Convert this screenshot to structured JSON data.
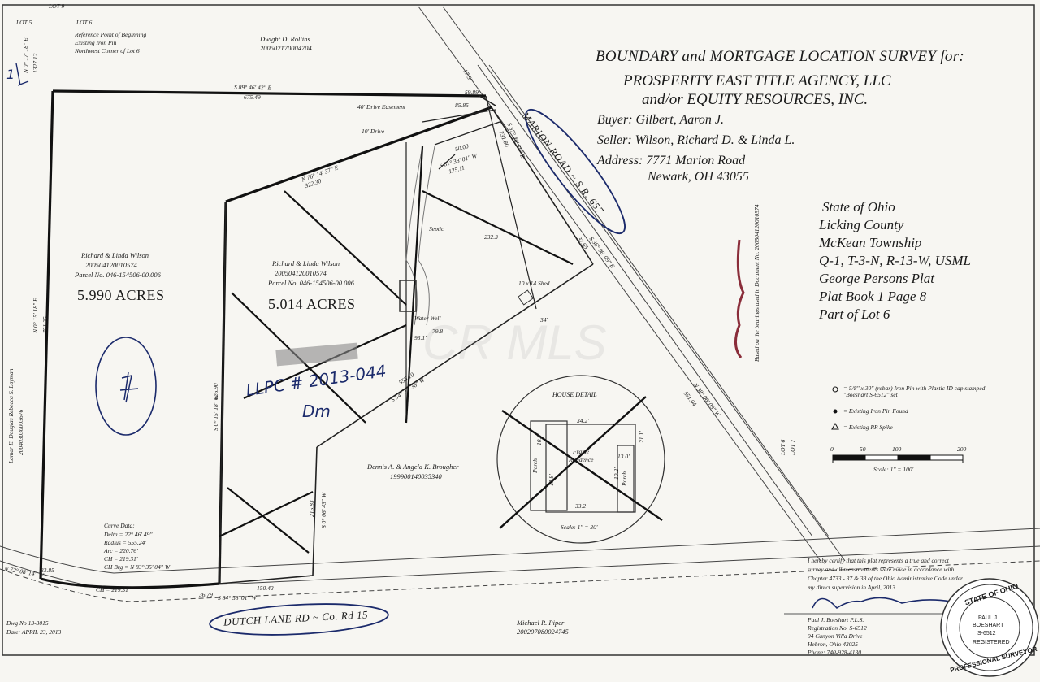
{
  "header": {
    "title_line1": "BOUNDARY and MORTGAGE LOCATION SURVEY for:",
    "title_line2": "PROSPERITY EAST TITLE AGENCY, LLC",
    "title_line3": "and/or  EQUITY RESOURCES, INC.",
    "buyer": "Buyer:  Gilbert, Aaron J.",
    "seller": "Seller:  Wilson, Richard D. & Linda L.",
    "address_line1": "Address: 7771 Marion Road",
    "address_line2": "Newark, OH 43055"
  },
  "location": {
    "state": "State of Ohio",
    "county": "Licking County",
    "township": "McKean Township",
    "quarter": "Q-1,  T-3-N,  R-13-W,  USML",
    "plat": "George Persons Plat",
    "plat_book": "Plat Book 1  Page 8",
    "part": "Part of Lot 6"
  },
  "bearing_note": "Based on the bearings used in Document No. 200504120010574",
  "parcels": {
    "west_owner": "Richard & Linda Wilson",
    "west_doc": "200504120010574",
    "west_parcel": "Parcel No. 046-154506-00.006",
    "west_acres": "5.990  ACRES",
    "east_owner": "Richard & Linda Wilson",
    "east_doc": "200504120010574",
    "east_parcel": "Parcel No. 046-154506-00.006",
    "east_acres": "5.014  ACRES",
    "north_owner": "Dwight D. Rollins",
    "north_doc": "200502170004704",
    "west_adj_owner": "Lamar E. Douglas  Rebecca S. Layman",
    "west_adj_doc": "200403030003676",
    "south_owner": "Dennis A. & Angela K. Brougher",
    "south_doc": "199900140035340",
    "south2_owner": "Michael R. Piper",
    "south2_doc": "200207080024745"
  },
  "lots": {
    "lot9": "LOT 9",
    "lot5": "LOT 5",
    "lot6": "LOT 6",
    "lot6b": "LOT 6",
    "lot7": "LOT 7"
  },
  "pob": {
    "line1": "Reference Point of Beginning",
    "line2": "Existing Iron Pin",
    "line3": "Northwest Corner of Lot 6"
  },
  "dims": {
    "north_bearing": "S 89° 46' 42\" E",
    "north_len": "675.49",
    "west_bearing": "N 0° 15' 18\" E",
    "west_len": "751.35",
    "west_top": "N 0° 17' 18\" E",
    "west_top_len": "1327.12",
    "interior_bearing": "N 76° 14' 37\" E",
    "interior_len": "322.30",
    "mid_bearing": "S 0° 15' 18\" W",
    "mid_len": "626.90",
    "se_bearing": "S 54° 22' 36\" W",
    "se_len": "555.10",
    "s_bearing": "S 0° 06' 43\" W",
    "s_len": "215.83",
    "south_bearing": "S 84° 58' 01\" W",
    "south_len": "150.42",
    "south_short": "36.79",
    "road_bearing": "N 38° 06' 09\" W",
    "road_len": "551.04",
    "road_short": "37.65",
    "road_seg": "S 38° 06' 09\" E",
    "top_a": "59.89",
    "top_b": "85.85",
    "drive_a": "S 37° 46' 58\" E",
    "drive_b": "231.80",
    "s81": "S 81° 38' 01\" W",
    "s81_len": "125.11",
    "d50": "50.00",
    "d232": "232.3",
    "d34": "34'",
    "d93": "93.1'",
    "d79": "79.8'",
    "nw72": "N 72° 08' 14\" W",
    "d3385": "33.85",
    "ch_lbl": "CH = 219.31'",
    "lane_top": "17.5'",
    "easement": "40' Drive Easement",
    "drive10": "10' Drive",
    "septic": "Septic",
    "well": "Water Well",
    "shed": "10 x 14 Shed"
  },
  "curve": {
    "title": "Curve Data:",
    "delta": "Delta = 22° 46' 49\"",
    "radius": "Radius = 555.24'",
    "arc": "Arc = 220.76'",
    "ch": "CH = 219.31'",
    "chbrg": "CH Brg = N 83° 35' 04\" W"
  },
  "roads": {
    "marion": "MARION  ROAD  ~  S.R. 657",
    "dutch": "DUTCH LANE RD ~ Co. Rd 15"
  },
  "house": {
    "title": "HOUSE DETAIL",
    "label1": "Frame",
    "label2": "Residence",
    "porch1": "Porch",
    "porch2": "Porch",
    "d1": "34.2'",
    "d2": "21.1'",
    "d3": "13.0'",
    "d4": "33.2'",
    "d5": "10.0'",
    "d6": "13.8'",
    "d7": "10.2'",
    "scale": "Scale: 1\" = 30'"
  },
  "legend": {
    "item1": "= 5/8\" x 30\" (rebar) Iron Pin with Plastic ID  cap stamped \"Boeshart S-6512\" set",
    "item2": "= Existing Iron Pin Found",
    "item3": "= Existing RR Spike",
    "scale_0": "0",
    "scale_50": "50",
    "scale_100": "100",
    "scale_200": "200",
    "scale_label": "Scale: 1\" = 100'"
  },
  "certification": {
    "line1": "I hereby certify that this plat represents a true and correct",
    "line2": "survey and all measurements were made in accordance with",
    "line3": "Chapter 4733 - 37 & 38  of the Ohio Administrative Code under",
    "line4": "my direct supervision in April, 2013.",
    "name": "Paul J. Boeshart P.L.S.",
    "reg": "Registration No. S-6512",
    "addr1": "94 Canyon Villa Drive",
    "addr2": "Hebron, Ohio 43025",
    "phone": "Phone: 740-928-4130"
  },
  "stamp": {
    "top": "STATE OF OHIO",
    "bottom": "PROFESSIONAL SURVEYOR",
    "name1": "PAUL J.",
    "name2": "BOESHART",
    "num": "S-6512",
    "reg": "REGISTERED"
  },
  "footer": {
    "dwg": "Dwg No 13-3015",
    "date": "Date: APRIL 23, 2013"
  },
  "handwriting": {
    "note1": "LLPC # 2013-044",
    "note2": "Dm",
    "mark": "1"
  },
  "watermark": "CR MLS",
  "colors": {
    "ink": "#1a1a1a",
    "pen": "#1b2a6b",
    "stamp_red": "#8a2d3a"
  }
}
